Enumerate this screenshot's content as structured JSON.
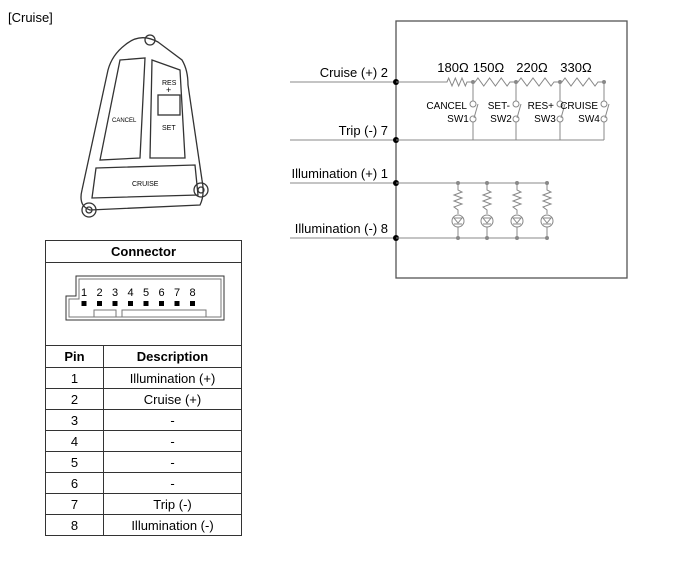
{
  "title": "[Cruise]",
  "switch_labels": {
    "res": "RES",
    "plus": "+",
    "set": "SET",
    "cancel": "CANCEL",
    "cruise": "CRUISE"
  },
  "connector": {
    "title": "Connector",
    "pins": [
      "1",
      "2",
      "3",
      "4",
      "5",
      "6",
      "7",
      "8"
    ]
  },
  "table": {
    "headers": [
      "Pin",
      "Description"
    ],
    "rows": [
      {
        "pin": "1",
        "desc": "Illumination (+)"
      },
      {
        "pin": "2",
        "desc": "Cruise (+)"
      },
      {
        "pin": "3",
        "desc": "-"
      },
      {
        "pin": "4",
        "desc": "-"
      },
      {
        "pin": "5",
        "desc": "-"
      },
      {
        "pin": "6",
        "desc": "-"
      },
      {
        "pin": "7",
        "desc": "Trip (-)"
      },
      {
        "pin": "8",
        "desc": "Illumination (-)"
      }
    ]
  },
  "circuit": {
    "terminals": [
      "Cruise (+)  2",
      "Trip (-)  7",
      "Illumination (+)  1",
      "Illumination (-)  8"
    ],
    "resistors": [
      "180Ω",
      "150Ω",
      "220Ω",
      "330Ω"
    ],
    "switches": [
      {
        "name": "CANCEL",
        "id": "SW1"
      },
      {
        "name": "SET-",
        "id": "SW2"
      },
      {
        "name": "RES+",
        "id": "SW3"
      },
      {
        "name": "CRUISE",
        "id": "SW4"
      }
    ]
  }
}
